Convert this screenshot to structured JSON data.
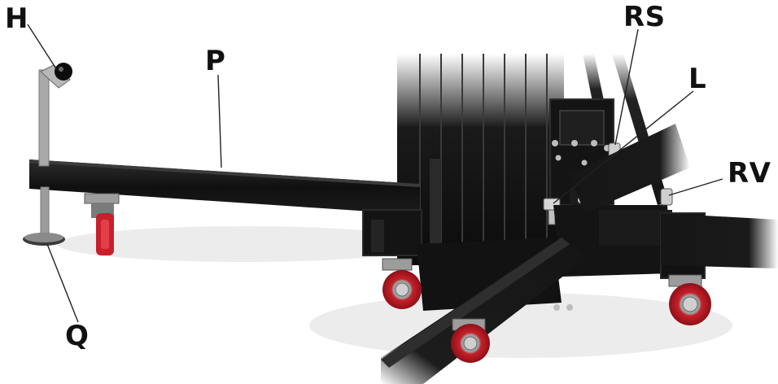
{
  "labels": {
    "h": "H",
    "p": "P",
    "rs": "RS",
    "l": "L",
    "rv": "RV",
    "q": "Q"
  },
  "colors": {
    "frame": "#121212",
    "frame_highlight": "#3a3a3a",
    "wheel_red": "#c8202a",
    "hub": "#b9b9b9",
    "leader": "#222222",
    "shadow": "#e4e4e4"
  }
}
